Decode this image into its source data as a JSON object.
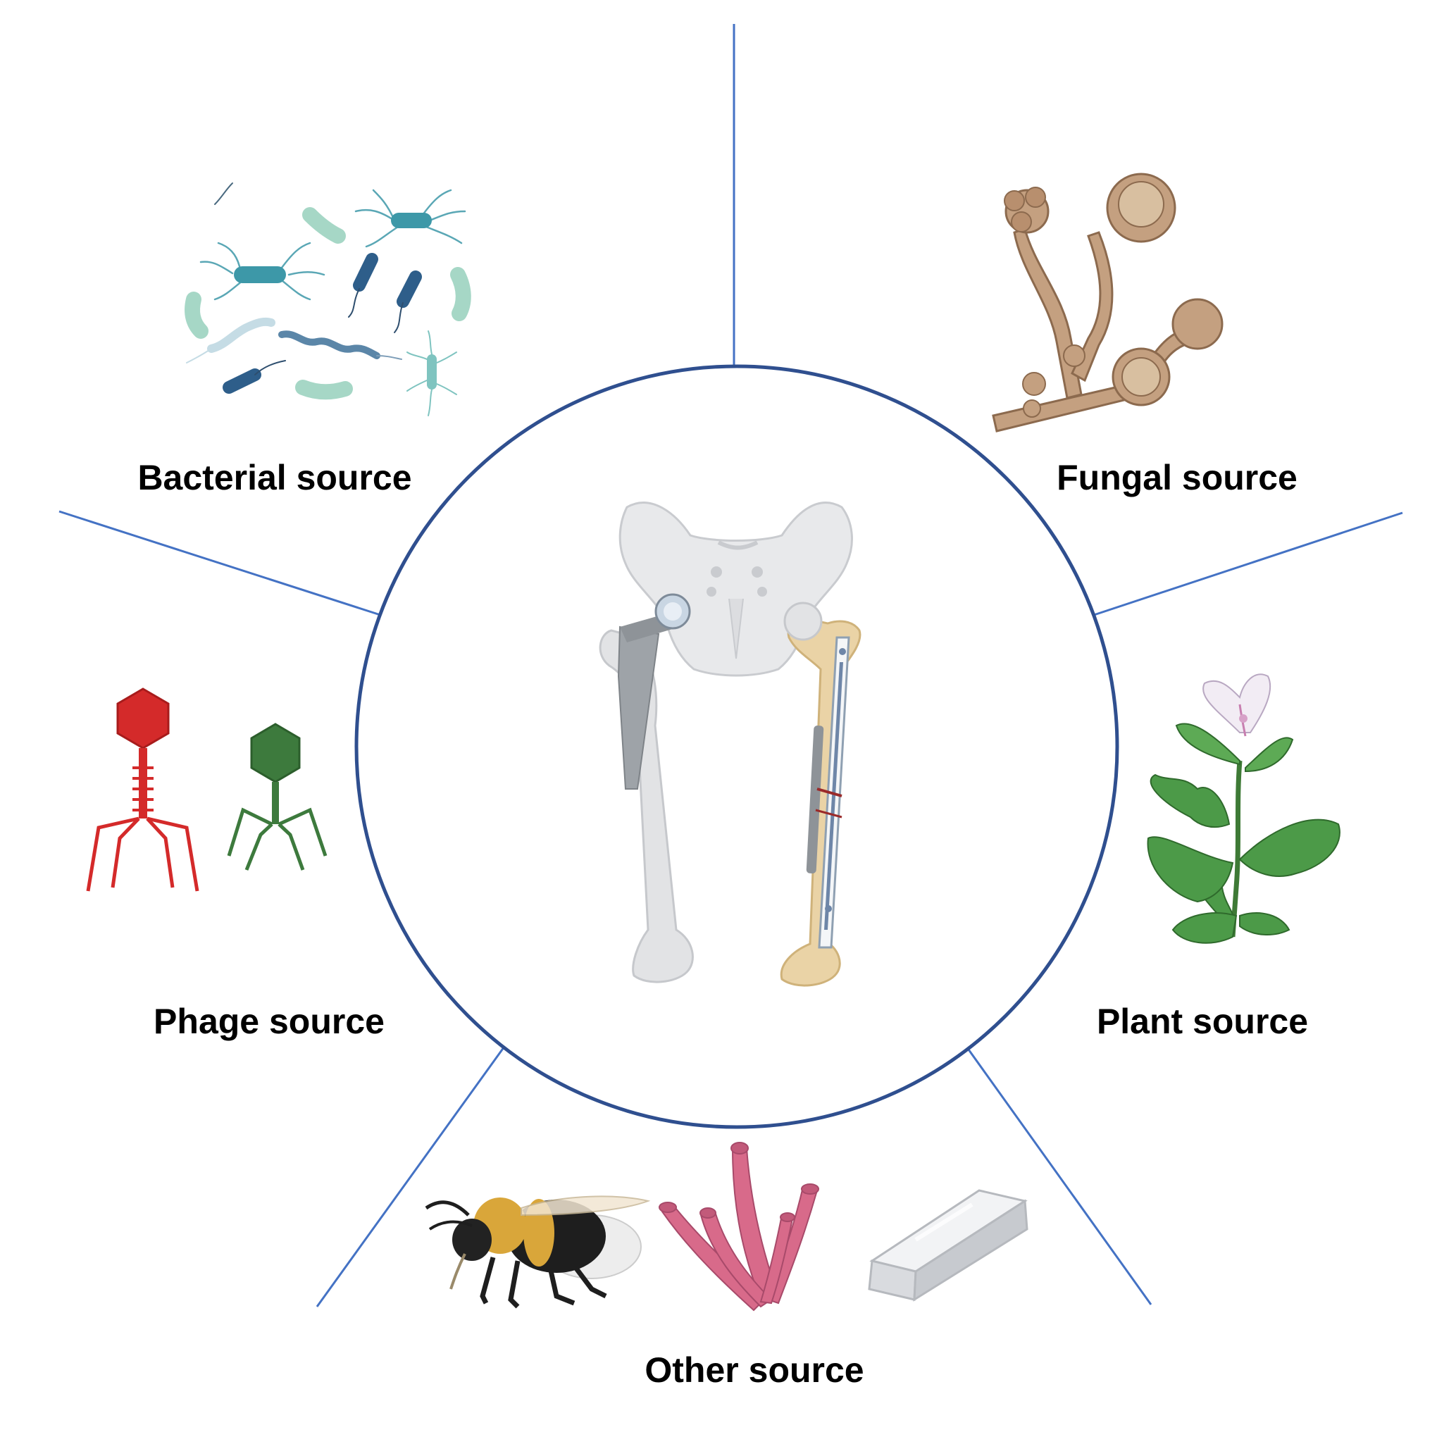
{
  "labels": {
    "bacterial": "Bacterial source",
    "fungal": "Fungal source",
    "phage": "Phage source",
    "plant": "Plant source",
    "other": "Other source"
  },
  "colors": {
    "divider": "#4472C4",
    "circle": "#2F4F8F",
    "phage_red": "#D42A2A",
    "phage_green": "#3D7A3D",
    "fungus": "#B58C6A",
    "bone": "#E2E3E5",
    "bone_yellow": "#EAD3A6",
    "implant": "#9EA3A8",
    "leaf": "#4C9A48",
    "coral": "#D86A8A",
    "bee_yellow": "#D9A63A"
  },
  "icons": {
    "bacteria": "bacteria-cluster-icon",
    "fungus": "fungus-sporangia-icon",
    "phage": "bacteriophage-icon",
    "plant": "flowering-plant-icon",
    "bee": "bee-icon",
    "coral": "sponge-coral-icon",
    "ingot": "metal-ingot-icon",
    "bones": "pelvis-femur-implant-icon"
  }
}
